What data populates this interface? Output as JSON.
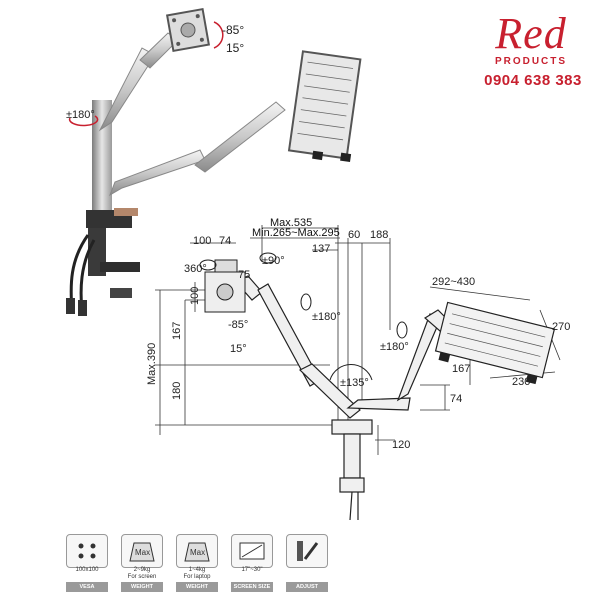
{
  "brand": {
    "logo_text": "Red",
    "logo_sub": "PRODUCTS",
    "phone": "0904 638 383",
    "accent_color": "#c8202f"
  },
  "photo_labels": {
    "tilt_up": "-85°",
    "tilt_down": "15°",
    "swivel": "±180°"
  },
  "dimensions": {
    "max_reach": "Max.535",
    "min_max": "Min.265~Max.295",
    "d100": "100",
    "d74a": "74",
    "d60": "60",
    "d188": "188",
    "d137": "137",
    "rot360": "360°",
    "pan90": "±90°",
    "d75": "75",
    "vesa_side": "100",
    "tilt_neg85": "-85°",
    "tilt_15": "15°",
    "h167": "167",
    "h180": "180",
    "max390": "Max.390",
    "arm_rot1": "±180°",
    "arm_rot2": "±180°",
    "base_rot": "±135°",
    "tray_w": "292~430",
    "tray_d": "270",
    "tray_b": "230",
    "tray_h": "167",
    "d74b": "74",
    "clamp": "120"
  },
  "icons": [
    {
      "name": "vesa-icon",
      "symbol": "VESA",
      "value": "100x100",
      "label": "VESA"
    },
    {
      "name": "weight-screen-icon",
      "symbol": "Max",
      "value": "2~9kg\nFor screen",
      "label": "WEIGHT"
    },
    {
      "name": "weight-laptop-icon",
      "symbol": "Max",
      "value": "1~4kg\nFor laptop",
      "label": "WEIGHT"
    },
    {
      "name": "screen-size-icon",
      "symbol": "screen",
      "value": "17\"~30\"",
      "label": "SCREEN SIZE"
    },
    {
      "name": "adjust-icon",
      "symbol": "adjust",
      "value": "",
      "label": "ADJUST"
    }
  ]
}
